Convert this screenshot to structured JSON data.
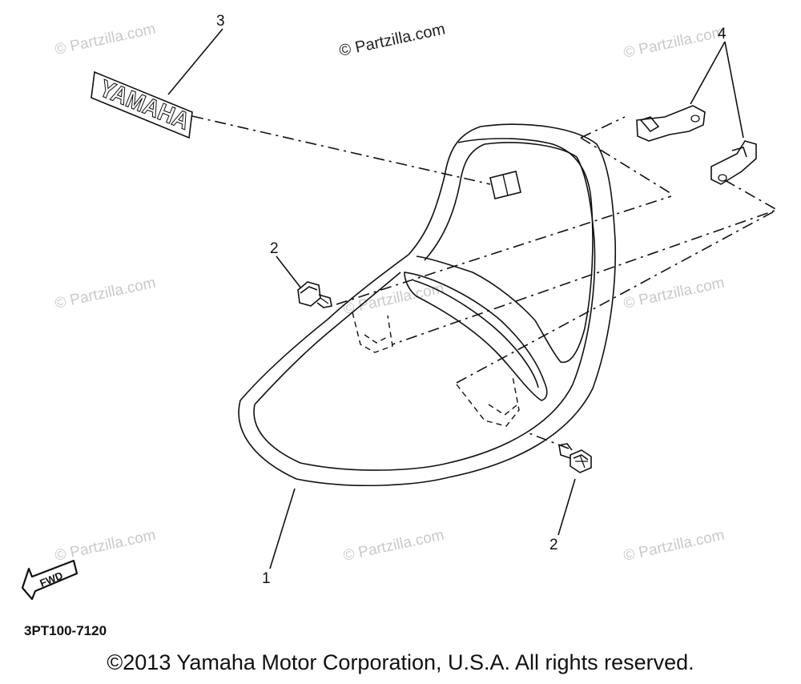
{
  "watermark": {
    "main": "© Partzilla.com",
    "repeat": "© Partzilla.com"
  },
  "callouts": {
    "seat": "1",
    "bolt_left": "2",
    "bolt_right": "2",
    "emblem": "3",
    "bracket": "4"
  },
  "emblem_text": "YAMAHA",
  "fwd_label": "FWD",
  "diagram_code": "3PT100-7120",
  "copyright": "©2013 Yamaha Motor Corporation, U.S.A. All rights reserved."
}
